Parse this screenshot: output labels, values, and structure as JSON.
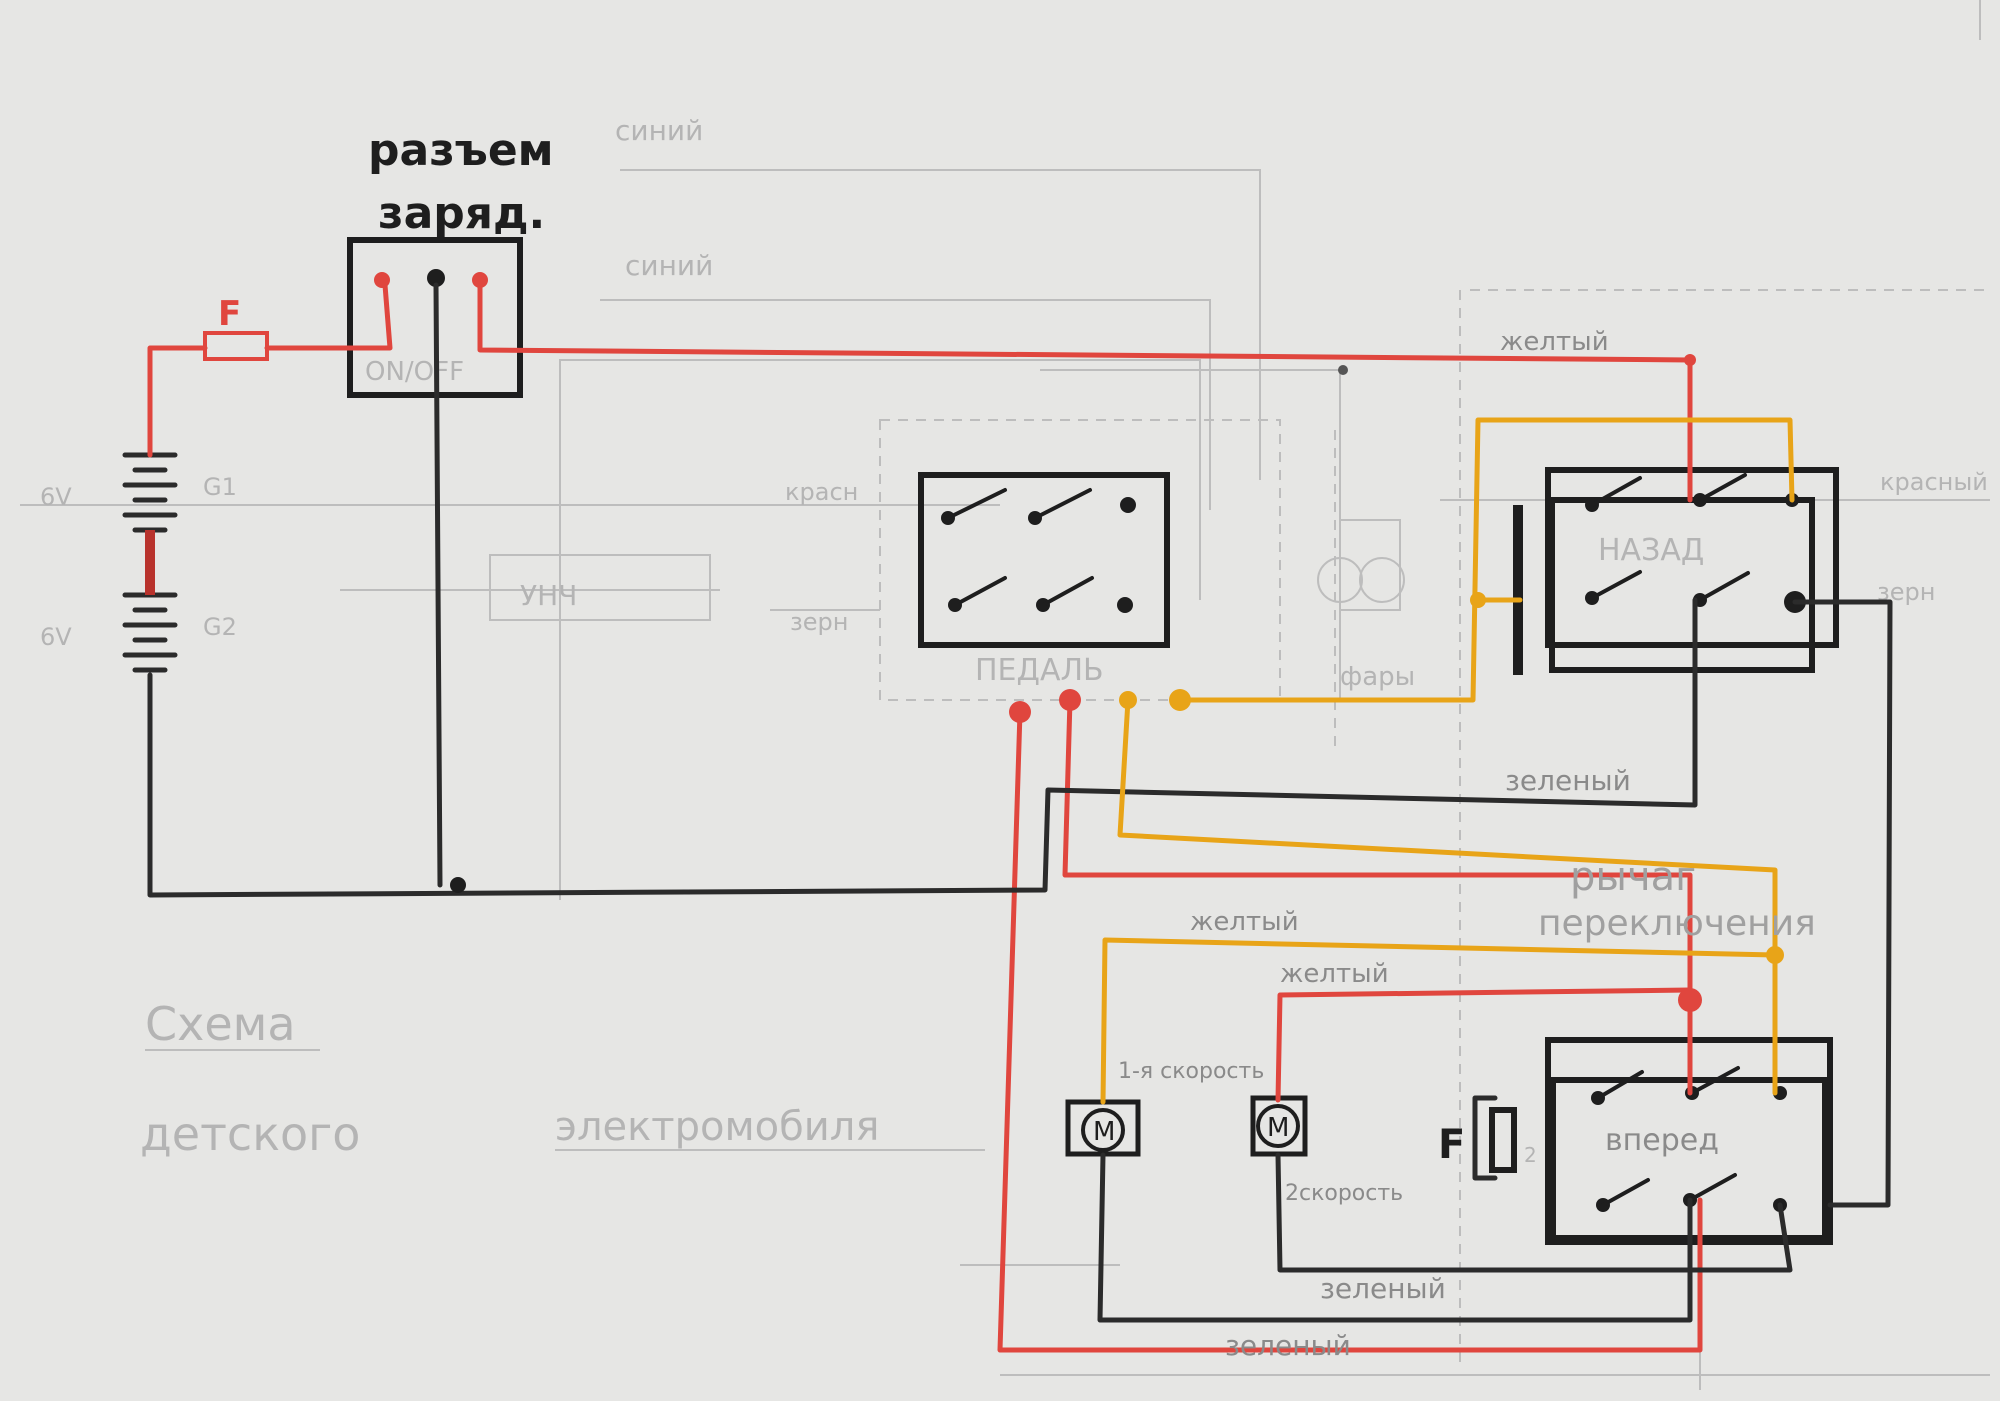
{
  "diagram": {
    "colors": {
      "paper": "#e6e6e4",
      "red_wire": "#e0463e",
      "black_wire": "#2b2b2b",
      "orange_wire": "#e8a418",
      "faint_print": "#b4b4b4"
    },
    "handwritten": {
      "charge_connector": [
        "разъем",
        "заряд."
      ],
      "fuse_top": "F",
      "fuse_bottom": "F",
      "pedal": "ПЕДАЛЬ",
      "reverse": "НАЗАД",
      "forward": "вперед",
      "lever": [
        "рычаг",
        "переключения"
      ],
      "yellow_1": "желтый",
      "yellow_2": "желтый",
      "yellow_3": "желтый",
      "green_1": "зеленый",
      "green_2": "зеленый",
      "green_3": "зеленый",
      "speed_1": "1-я скорость",
      "speed_2": "2скорость",
      "motor_symbol": "M"
    },
    "printed": {
      "battery_1": "G1",
      "battery_2": "G2",
      "battery_1_v": "6V",
      "battery_2_v": "6V",
      "blue_1": "синий",
      "blue_2": "синий",
      "switch": "ON/OFF",
      "red_left": "красн",
      "green_left": "зерн",
      "headlights": "фары",
      "red_right": "красный",
      "green_right": "зерн",
      "uzch": "УНЧ",
      "title_1": "Схема",
      "title_2": "детского",
      "title_3": "электромобиля",
      "fuse_2": "2"
    }
  }
}
